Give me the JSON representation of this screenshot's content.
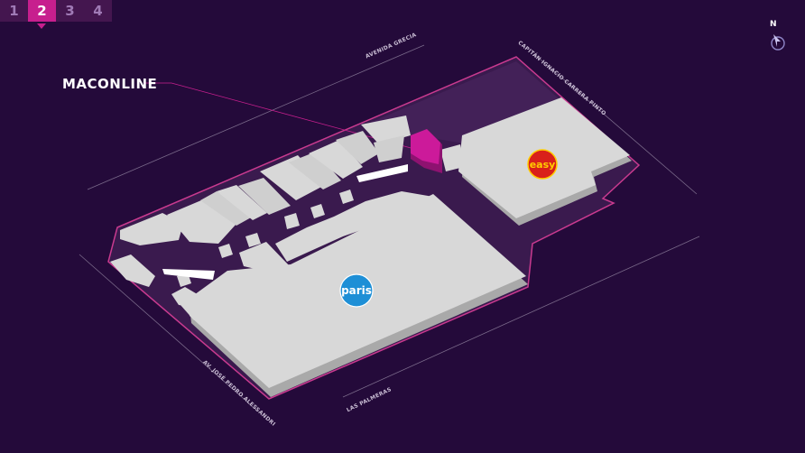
{
  "floor_selector": {
    "floors": [
      {
        "label": "1",
        "active": false
      },
      {
        "label": "2",
        "active": true
      },
      {
        "label": "3",
        "active": false
      },
      {
        "label": "4",
        "active": false
      }
    ]
  },
  "highlighted_store": {
    "name": "MACONLINE",
    "color": "#cc1a9a"
  },
  "streets": {
    "top": "AVENIDA GRECIA",
    "right": "CAPITÁN IGNACIO CARRERA PINTO",
    "left": "AV. JOSÉ PEDRO ALESSANDRI",
    "bottom": "LAS PALMERAS"
  },
  "anchors": {
    "paris": {
      "text": "paris",
      "color": "#1e8fd6"
    },
    "easy": {
      "text": "easy",
      "color": "#d9201a"
    }
  },
  "compass": {
    "label": "N"
  },
  "colors": {
    "background": "#240a3a",
    "floor": "#3a1a4e",
    "outline": "#c93a8f",
    "store": "#d8d8d8",
    "store_side": "#a9a9a9",
    "accent": "#c71f8e"
  }
}
